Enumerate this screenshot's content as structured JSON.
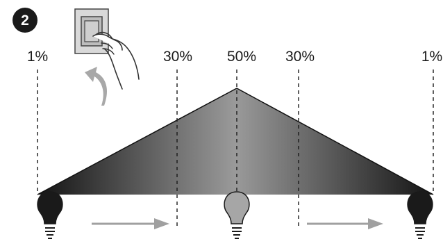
{
  "step": {
    "number": "2"
  },
  "levels": [
    {
      "label": "1%"
    },
    {
      "label": "30%"
    },
    {
      "label": "50%"
    },
    {
      "label": "30%"
    },
    {
      "label": "1%"
    }
  ],
  "colors": {
    "ramp_dark": "#1a1a1a",
    "ramp_light": "#9a9a9a",
    "bulb_dark": "#1a1a1a",
    "bulb_light": "#a6a6a6",
    "arrow": "#a0a0a0",
    "step_badge": "#1a1a1a",
    "swing_arrow": "#a8a8a8"
  },
  "icons": {
    "switch": "wall-dimmer-switch-icon",
    "hand": "pressing-hand-icon",
    "swing_arrow": "curved-arrow-icon",
    "bulb_off": "light-bulb-dark-icon",
    "bulb_mid": "light-bulb-dimmed-icon"
  }
}
